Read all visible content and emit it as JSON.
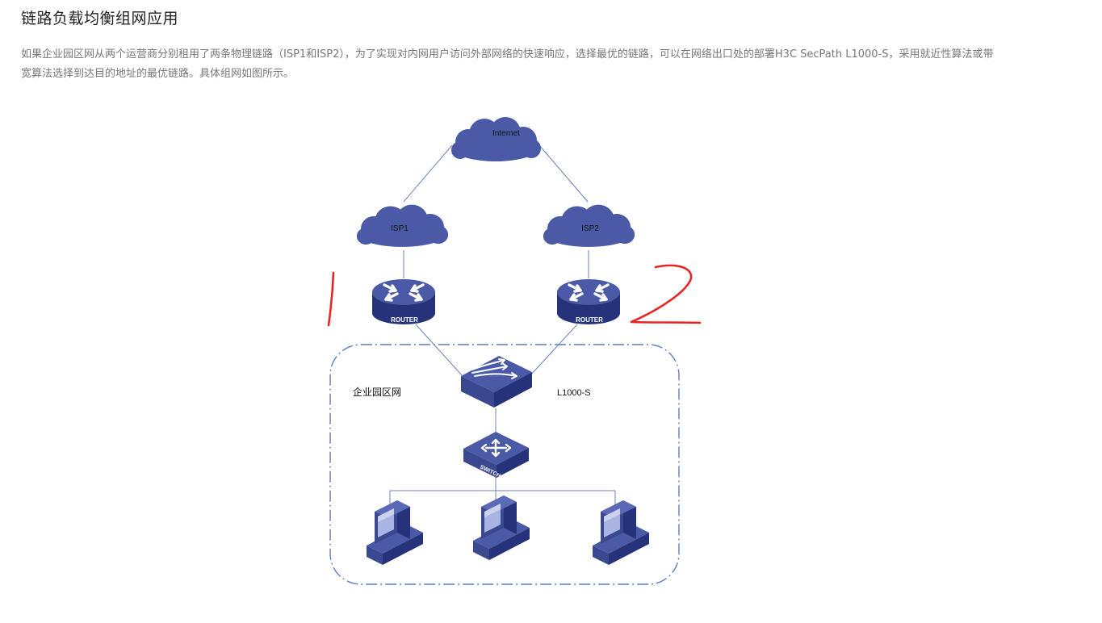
{
  "page": {
    "title": "链路负载均衡组网应用",
    "description": "如果企业园区网从两个运营商分别租用了两条物理链路（ISP1和ISP2），为了实现对内网用户访问外部网络的快速响应，选择最优的链路，可以在网络出口处的部署H3C SecPath L1000-S，采用就近性算法或带宽算法选择到达目的地址的最优链路。具体组网如图所示。"
  },
  "diagram": {
    "internet_label": "Internet",
    "isp1_label": "ISP1",
    "isp2_label": "ISP2",
    "router_label": "ROUTER",
    "campus_label": "企业园区网",
    "lb_label": "L1000-S",
    "switch_label": "SWITCH",
    "annotation_1": "1",
    "annotation_2": "2",
    "colors": {
      "device": "#4a5aa6",
      "device_dark": "#26337a",
      "link": "#6a86b8",
      "boundary": "#5d7fb6",
      "annotation": "#e82323"
    },
    "icons": [
      "cloud-icon",
      "router-icon",
      "load-balancer-icon",
      "switch-icon",
      "computer-icon"
    ]
  }
}
